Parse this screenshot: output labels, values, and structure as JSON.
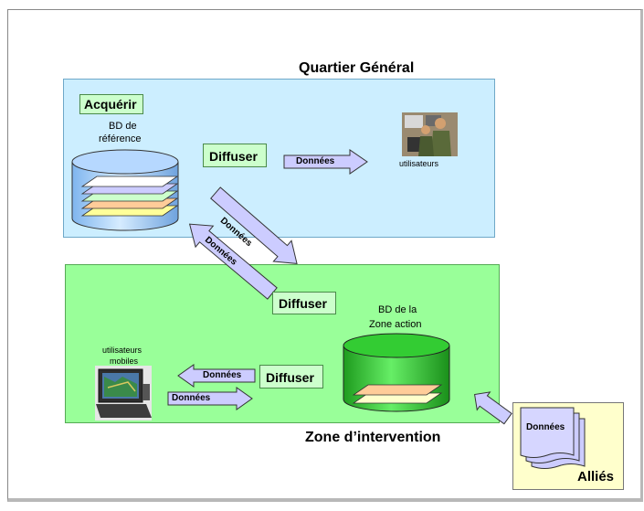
{
  "hq": {
    "title": "Quartier Général",
    "acquire": "Acquérir",
    "db_line1": "BD de",
    "db_line2": "référence",
    "diffuse": "Diffuser",
    "users": "utilisateurs"
  },
  "zone": {
    "title": "Zone d’intervention",
    "diffuse_top": "Diffuser",
    "diffuse_mid": "Diffuser",
    "db_line1": "BD de la",
    "db_line2": "Zone action",
    "mobile_line1": "utilisateurs",
    "mobile_line2": "mobiles"
  },
  "allies": {
    "label": "Alliés",
    "doc_label": "Données"
  },
  "arrows": {
    "hq_users": "Données",
    "diag_down": "Données",
    "diag_up": "Données",
    "mobile_left": "Données",
    "mobile_right": "Données"
  },
  "colors": {
    "hq_bg": "#cceeff",
    "zone_bg": "#99ff99",
    "allies_bg": "#ffffcc",
    "button_bg": "#ccffcc",
    "arrow_fill": "#ccccff",
    "db_blue": "#99ccff",
    "db_green": "#33cc33"
  }
}
